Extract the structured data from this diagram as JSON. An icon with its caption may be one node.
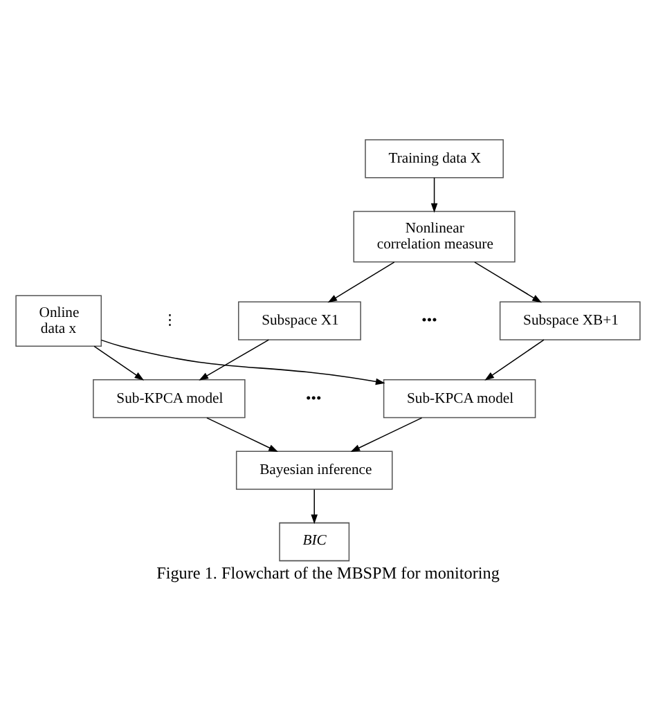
{
  "diagram": {
    "caption": "Figure 1. Flowchart of the MBSPM for monitoring",
    "nodes": [
      {
        "text": [
          "Training data X"
        ]
      },
      {
        "text": [
          "Nonlinear correlation measure"
        ]
      },
      {
        "text": [
          "Subspace X1"
        ]
      },
      {
        "text": [
          "Subspace XB+1"
        ]
      },
      {
        "text": [
          "Online data x"
        ]
      },
      {
        "text": [
          "Sub-KPCA model"
        ]
      },
      {
        "text": [
          "Sub-KPCA model"
        ]
      },
      {
        "text": [
          "Bayesian inference"
        ]
      },
      {
        "text": [
          "BIC"
        ]
      }
    ],
    "edges": [
      {
        "from": 0,
        "to": 1,
        "arrow": "to"
      },
      {
        "from": 1,
        "to": 2,
        "arrow": "to"
      },
      {
        "from": 1,
        "to": 3,
        "arrow": "to"
      },
      {
        "from": 2,
        "to": 5,
        "arrow": "to"
      },
      {
        "from": 3,
        "to": 6,
        "arrow": "to"
      },
      {
        "from": 4,
        "to": 5,
        "arrow": "to"
      },
      {
        "from": 4,
        "to": 6,
        "arrow": "to"
      },
      {
        "from": 5,
        "to": 7,
        "arrow": "to"
      },
      {
        "from": 6,
        "to": 7,
        "arrow": "to"
      },
      {
        "from": 7,
        "to": 8,
        "arrow": "to"
      }
    ],
    "labels": [
      "•••",
      "⋮",
      "•••"
    ]
  }
}
